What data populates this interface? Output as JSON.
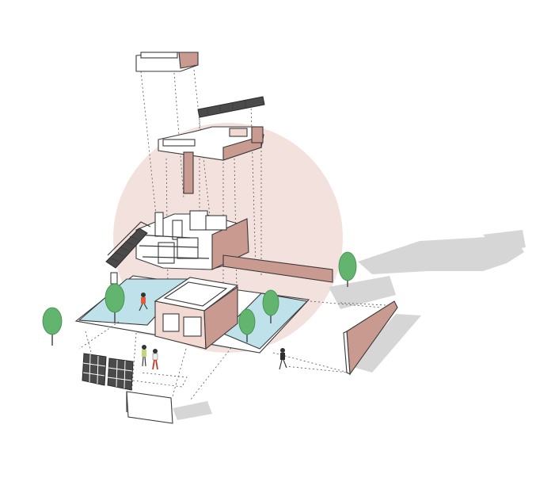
{
  "diagram": {
    "style": "exploded axonometric architectural diagram",
    "colors": {
      "background": "#ffffff",
      "halo": "#f3e1dd",
      "wall_light": "#f2d9d2",
      "wall_dark": "#c99a90",
      "pool": "#bfe2ea",
      "tree": "#62b46e",
      "shadow": "#d6d6d6",
      "line": "#3a3a3a"
    },
    "components": [
      {
        "name": "roof-element",
        "icon": "box"
      },
      {
        "name": "roof-railing",
        "icon": "railing"
      },
      {
        "name": "upper-floor-slab",
        "icon": "slab"
      },
      {
        "name": "interior-level",
        "icon": "rooms"
      },
      {
        "name": "external-stair",
        "icon": "stair"
      },
      {
        "name": "courtyard-pavilion",
        "icon": "box"
      },
      {
        "name": "reflecting-pools",
        "icon": "pool"
      },
      {
        "name": "boundary-wall",
        "icon": "wall"
      },
      {
        "name": "facade-grid-panels",
        "icon": "grid"
      },
      {
        "name": "entrance-frame",
        "icon": "frame"
      }
    ],
    "people_count": 4,
    "tree_count": 5
  }
}
